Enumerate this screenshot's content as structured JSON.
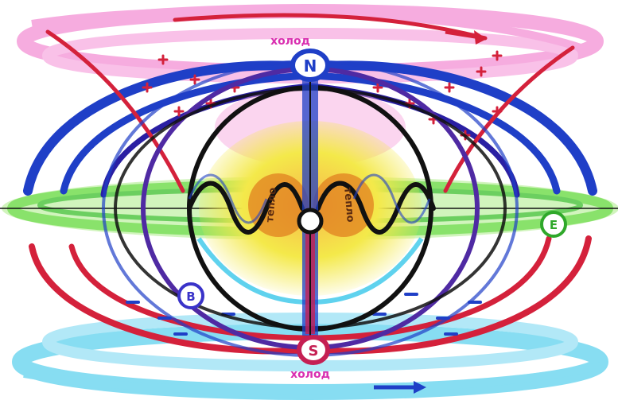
{
  "labels": {
    "top_caption": "холод",
    "bottom_caption": "холод",
    "north": "N",
    "south": "S",
    "left_marker": "B",
    "right_marker": "E",
    "left_core_text": "тепло",
    "right_core_text": "тепло"
  },
  "colors": {
    "background": "#ffffff",
    "blue_lines": "#1f3fc7",
    "red_lines": "#d4213b",
    "pink_lines": "#f06ac6",
    "green_band": "#62d93a",
    "cyan_lines": "#38c8ea",
    "yellow_core": "#f4e94a",
    "orange_core": "#e07a1d",
    "black_outline": "#111111",
    "purple_lines": "#4f2aa3"
  }
}
